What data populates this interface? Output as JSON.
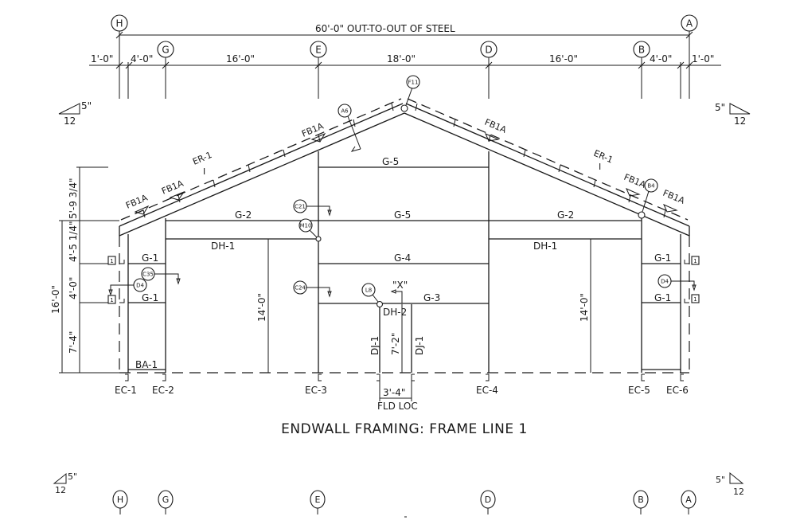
{
  "drawing": {
    "title": "ENDWALL FRAMING: FRAME LINE 1",
    "overall_dimension": "60'-0\" OUT-TO-OUT OF STEEL",
    "grid_lines": [
      "H",
      "G",
      "E",
      "D",
      "B",
      "A"
    ],
    "bay_dimensions": [
      "1'-0\"",
      "4'-0\"",
      "16'-0\"",
      "18'-0\"",
      "16'-0\"",
      "4'-0\"",
      "1'-0\""
    ],
    "roof_slope": {
      "rise": "5\"",
      "run": "12"
    },
    "left_vertical_dims": {
      "overall": "16'-0\"",
      "segments": [
        "7'-4\"",
        "4'-0\"",
        "4'-5 1/4\"",
        "5'-9 3/4\""
      ]
    },
    "members": {
      "rafter": "ER-1",
      "flange_brace": "FB1A",
      "girt_1": "G-1",
      "girt_2": "G-2",
      "girt_3": "G-3",
      "girt_4": "G-4",
      "girt_5": "G-5",
      "door_header_1": "DH-1",
      "door_header_2": "DH-2",
      "door_jamb": "DJ-1",
      "base_angle": "BA-1"
    },
    "columns": [
      "EC-1",
      "EC-2",
      "EC-3",
      "EC-4",
      "EC-5",
      "EC-6"
    ],
    "detail_callouts": {
      "f11": "F11",
      "a6": "A6",
      "b4": "B4",
      "c21": "C21",
      "m10": "M10",
      "c24": "C24",
      "l8": "L8",
      "c35": "C35",
      "d4_left": "D4",
      "d4_right": "D4"
    },
    "tag_box": "1",
    "door_x_label": "\"X\"",
    "door_height": "7'-2\"",
    "door_width": "3'-4\"",
    "door_location": "FLD LOC",
    "header_height": "14'-0\""
  }
}
